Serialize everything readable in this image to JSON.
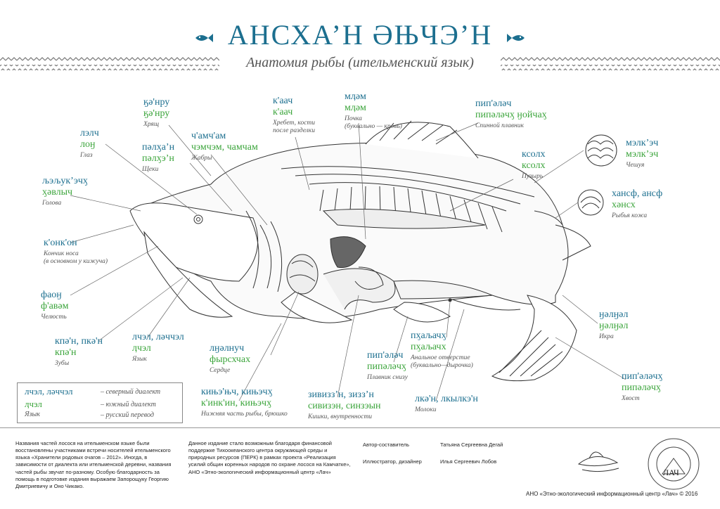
{
  "title": "АНСХА’Н ӘЊЧЭ’Н",
  "subtitle": "Анатомия рыбы (ительменский язык)",
  "labels": {
    "khryasch": {
      "north": "ӄә'нру",
      "south": "ӄә'нру",
      "ru": "Хрящ"
    },
    "glaz": {
      "north": "лэлч",
      "south": "лоӈ",
      "ru": "Глаз"
    },
    "golova": {
      "north": "љэљук’эчӽ",
      "south": "ӽәвлыч",
      "ru": "Голова"
    },
    "konchik": {
      "north": "к'онк'он",
      "ru1": "Кончик носа",
      "ru2": "(в основном у кижуча)"
    },
    "chelyust": {
      "north": "фаоӈ",
      "south": "ф'авәм",
      "ru": "Челюсть"
    },
    "zuby": {
      "north": "кпә'н, пкә'н",
      "south": "кпә'н",
      "ru": "Зубы"
    },
    "yazyk": {
      "north": "лчэл, ләччэл",
      "south": "ӆчэл",
      "ru": "Язык"
    },
    "scheki": {
      "north": "пәлӽа’н",
      "south": "пәлӽэ’н",
      "ru": "Щеки"
    },
    "zhabry": {
      "north": "ч'амч'ам",
      "south": "чэмчэм, чамчам",
      "ru": "Жабры"
    },
    "khrebet": {
      "north": "к'аач",
      "south": "к'аач",
      "ru1": "Хребет, кости",
      "ru2": "после разделки"
    },
    "pochka": {
      "north": "мӆәм",
      "south": "мӆәм",
      "ru1": "Почка",
      "ru2": "(буквально — кровь)"
    },
    "plavnik_spin": {
      "north": "пип'әләч",
      "south": "пипәләчӽ ӈойчаӽ",
      "ru": "Спинной плавник"
    },
    "puzyr": {
      "north": "ксолх",
      "south": "ксолх",
      "ru": "Пузырь"
    },
    "cheshuya": {
      "north": "мэлк’эч",
      "south": "мэлк’эч",
      "ru": "Чешуя"
    },
    "kozha": {
      "north": "хансф, ансф",
      "south": "хәнсх",
      "ru": "Рыбья кожа"
    },
    "serdtse": {
      "north": "лӈәлнуч",
      "south": "фырсхчах",
      "ru": "Сердце"
    },
    "nizhnyaya": {
      "north": "кињэ'њч, кињэчӽ",
      "south": "к'инк'ин, кињэчӽ",
      "ru": "Нижняя часть рыбы, брюшко"
    },
    "kishki": {
      "north": "зивизз’н, зизз’н",
      "south": "сивизэн, синзэын",
      "ru": "Кишки, внутренности"
    },
    "plavnik_niz": {
      "north": "пип'әләч",
      "south": "пипәләчӽ",
      "ru": "Плавник снизу"
    },
    "anal": {
      "north": "пӽаљачӽ",
      "south": "пӽаљачх",
      "ru1": "Анальное отверстие",
      "ru2": "(буквально—дырочка)"
    },
    "moloki": {
      "north": "лкә'н, лкылкэ'н",
      "ru": "Молоки"
    },
    "ikra": {
      "north": "ӈәлӈәл",
      "south": "ӈәлӈәл",
      "ru": "Икра"
    },
    "khvost": {
      "north": "пип'әләчӽ",
      "south": "пипәләчӽ",
      "ru": "Хвост"
    }
  },
  "legend": {
    "north_text": "лчэл, ләччэл",
    "north_note": "– северный диалект",
    "south_text": "ӆчэл",
    "south_note": "– южный диалект",
    "ru_text": "Язык",
    "ru_note": "– русский перевод"
  },
  "footer": {
    "col1": "Названия частей лосося на ительменском языке были восстановлены участниками встречи носителей ительменского языка «Хранители родовых очагов – 2012». Иногда, в зависимости от диалекта или ительменской деревни, названия частей рыбы звучат по-разному. Особую благодарность за помощь в подготовке издания выражаем Запорощуку Георгию Дмитриевичу и Оно Чикако.",
    "col2": "Данное издание стало возможным благодаря финансовой поддержке Тихоокеанского центра окружающей среды и природных ресурсов (ПЕРК) в рамках проекта «Реализация усилий общин коренных народов по охране лосося на Камчатке», АНО «Этно-экологический информационный центр «Лач»",
    "author_role": "Автор-составитель",
    "author_name": "Татьяна Сергеевна Дегай",
    "illustrator_role": "Иллюстратор, дизайнер",
    "illustrator_name": "Илья Сергеевич Лобов",
    "copyright": "АНО «Этно-экологический информационный центр «Лач» © 2016",
    "logo_text": "ЛАЧ"
  },
  "colors": {
    "north": "#1c6f8f",
    "south": "#3aa43a",
    "note": "#555555"
  }
}
